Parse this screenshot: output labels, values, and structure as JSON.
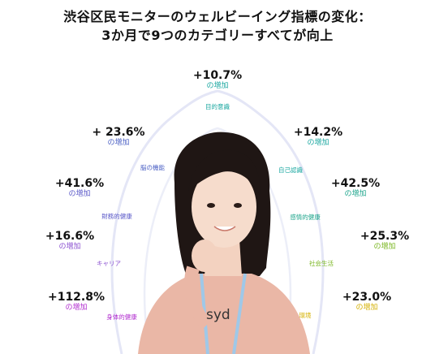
{
  "title": {
    "line1": "渋谷区民モニターのウェルビーイング指標の変化：",
    "line2": "3か月で9つのカテゴリーすべてが向上"
  },
  "suffix": "の増加",
  "watermark": "syd",
  "colors": {
    "arc": "#e4e6f6",
    "purpose": "#1aa7a0",
    "brain": "#4a5fc4",
    "financial": "#5a58c8",
    "career": "#8a4fd0",
    "body": "#b12ccf",
    "self": "#1aa7a0",
    "emotion": "#1ea58c",
    "social": "#79b61f",
    "environment": "#d4b000"
  },
  "items": {
    "purpose": {
      "value": "+10.7%",
      "label": "目的意識"
    },
    "brain": {
      "value": "+ 23.6%",
      "label": "脳の機能"
    },
    "self": {
      "value": "+14.2%",
      "label": "自己認識"
    },
    "financial": {
      "value": "+41.6%",
      "label": "財務的健康"
    },
    "emotion": {
      "value": "+42.5%",
      "label": "感情的健康"
    },
    "career": {
      "value": "+16.6%",
      "label": "キャリア"
    },
    "social": {
      "value": "+25.3%",
      "label": "社会生活"
    },
    "body": {
      "value": "+112.8%",
      "label": "身体的健康"
    },
    "environment": {
      "value": "+23.0%",
      "label": "環境"
    }
  }
}
